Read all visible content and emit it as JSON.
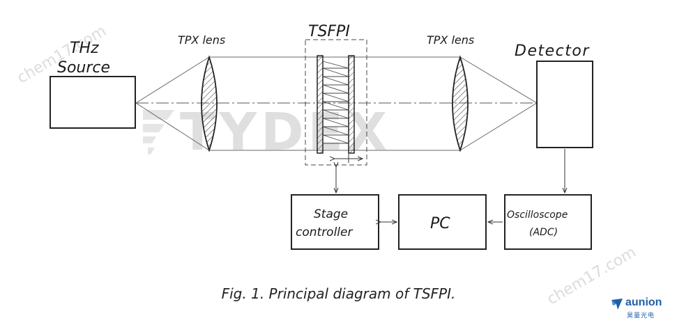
{
  "diagram": {
    "components": {
      "source": {
        "line1": "THz",
        "line2": "Source"
      },
      "lens_left": {
        "label": "TPX lens"
      },
      "lens_right": {
        "label": "TPX lens"
      },
      "tsfpi": {
        "label": "TSFPI"
      },
      "detector": {
        "label": "Detector"
      },
      "stage_controller": {
        "line1": "Stage",
        "line2": "controller"
      },
      "pc": {
        "label": "PC"
      },
      "oscilloscope": {
        "line1": "Oscilloscope",
        "line2": "(ADC)"
      }
    },
    "watermarks": {
      "main": "TYDEX",
      "site": "chem17.com"
    }
  },
  "caption": "Fig. 1. Principal diagram of TSFPI.",
  "brand": {
    "name": "aunion",
    "subtitle": "昊量光电",
    "color": "#1f5fa8"
  }
}
